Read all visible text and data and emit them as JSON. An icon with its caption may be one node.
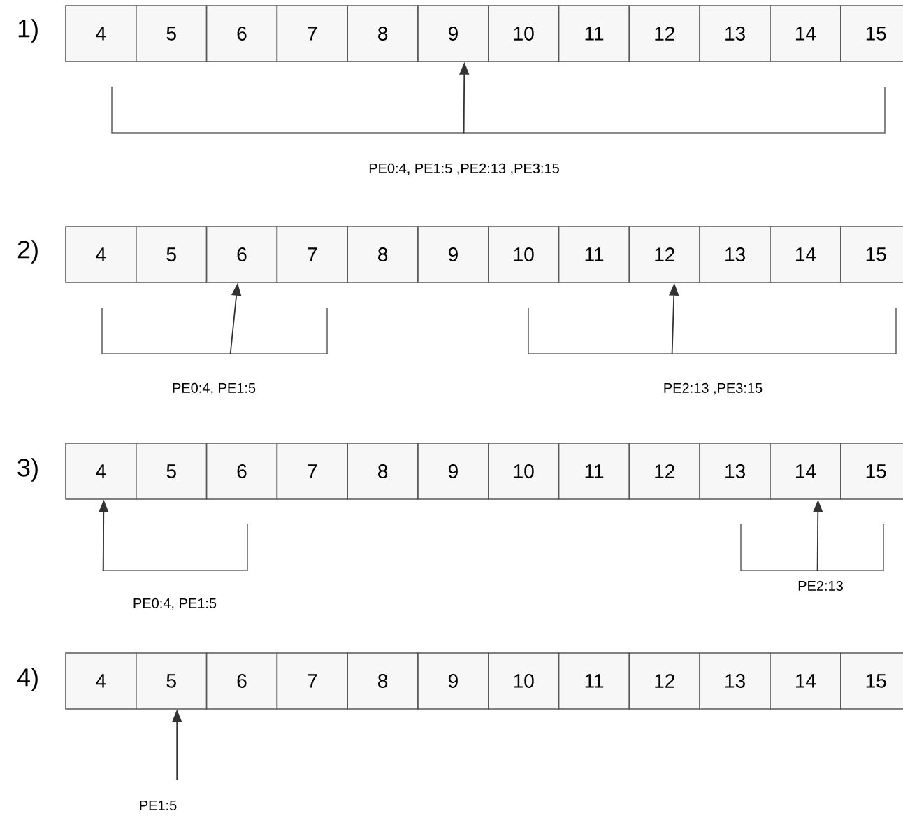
{
  "diagram": {
    "nodes": [
      {
        "text": [
          "4"
        ]
      },
      {
        "text": [
          "5"
        ]
      },
      {
        "text": [
          "6"
        ]
      },
      {
        "text": [
          "7"
        ]
      },
      {
        "text": [
          "8"
        ]
      },
      {
        "text": [
          "9"
        ]
      },
      {
        "text": [
          "10"
        ]
      },
      {
        "text": [
          "11"
        ]
      },
      {
        "text": [
          "12"
        ]
      },
      {
        "text": [
          "13"
        ]
      },
      {
        "text": [
          "14"
        ]
      },
      {
        "text": [
          "15"
        ]
      },
      {
        "text": [
          "4"
        ]
      },
      {
        "text": [
          "5"
        ]
      },
      {
        "text": [
          "6"
        ]
      },
      {
        "text": [
          "7"
        ]
      },
      {
        "text": [
          "8"
        ]
      },
      {
        "text": [
          "9"
        ]
      },
      {
        "text": [
          "10"
        ]
      },
      {
        "text": [
          "11"
        ]
      },
      {
        "text": [
          "12"
        ]
      },
      {
        "text": [
          "13"
        ]
      },
      {
        "text": [
          "14"
        ]
      },
      {
        "text": [
          "15"
        ]
      },
      {
        "text": [
          "4"
        ]
      },
      {
        "text": [
          "5"
        ]
      },
      {
        "text": [
          "6"
        ]
      },
      {
        "text": [
          "7"
        ]
      },
      {
        "text": [
          "8"
        ]
      },
      {
        "text": [
          "9"
        ]
      },
      {
        "text": [
          "10"
        ]
      },
      {
        "text": [
          "11"
        ]
      },
      {
        "text": [
          "12"
        ]
      },
      {
        "text": [
          "13"
        ]
      },
      {
        "text": [
          "14"
        ]
      },
      {
        "text": [
          "15"
        ]
      },
      {
        "text": [
          "4"
        ]
      },
      {
        "text": [
          "5"
        ]
      },
      {
        "text": [
          "6"
        ]
      },
      {
        "text": [
          "7"
        ]
      },
      {
        "text": [
          "8"
        ]
      },
      {
        "text": [
          "9"
        ]
      },
      {
        "text": [
          "10"
        ]
      },
      {
        "text": [
          "11"
        ]
      },
      {
        "text": [
          "12"
        ]
      },
      {
        "text": [
          "13"
        ]
      },
      {
        "text": [
          "14"
        ]
      },
      {
        "text": [
          "15"
        ]
      },
      {
        "text": [],
        "shape": "bracket",
        "beside": [
          "PE0:4, PE1:5 ,PE2:13 ,PE3:15"
        ]
      },
      {
        "text": [],
        "shape": "bracket",
        "beside": [
          "PE0:4, PE1:5"
        ]
      },
      {
        "text": [],
        "shape": "bracket",
        "beside": [
          "PE2:13 ,PE3:15"
        ]
      },
      {
        "text": [],
        "shape": "bracket",
        "beside": [
          "PE0:4, PE1:5"
        ]
      },
      {
        "text": [],
        "shape": "bracket",
        "beside": [
          "PE2:13"
        ]
      }
    ],
    "edges": [
      {
        "from": 48,
        "to": 5,
        "arrow": "to"
      },
      {
        "from": 49,
        "to": 14,
        "arrow": "to"
      },
      {
        "from": 50,
        "to": 20,
        "arrow": "to"
      },
      {
        "from": 51,
        "to": 24,
        "arrow": "to"
      },
      {
        "from": 52,
        "to": 34,
        "arrow": "to"
      },
      {
        "from": null,
        "to": 37,
        "arrow": "to"
      }
    ],
    "labels": [
      "1)",
      "2)",
      "3)",
      "4)",
      "PE1:5"
    ]
  }
}
